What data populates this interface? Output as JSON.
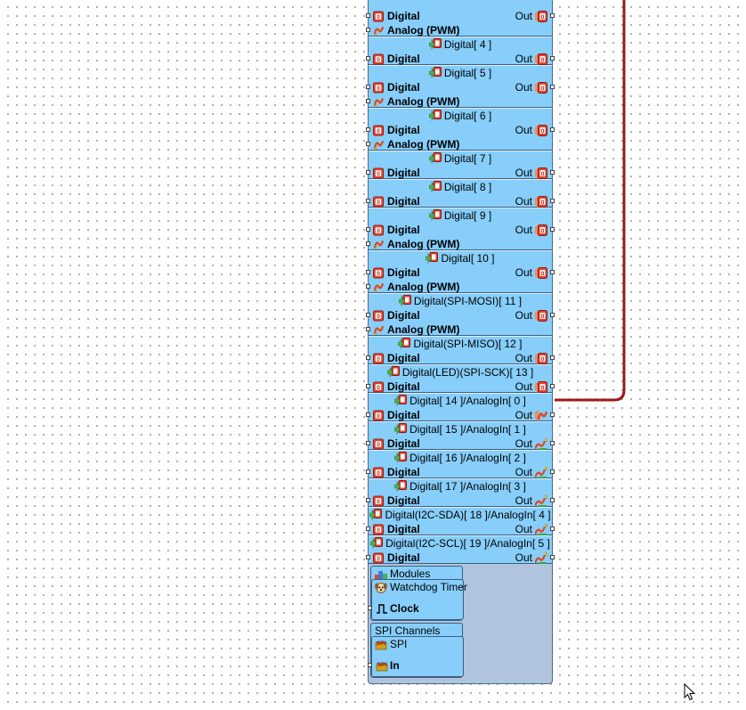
{
  "wire": {
    "color": "#a01818"
  },
  "pin_groups": [
    {
      "title": "",
      "rows": [
        {
          "label": "Digital",
          "out": "Out",
          "in_icon": "digital-pin-icon",
          "out_icon": "digital-out-icon"
        },
        {
          "label": "Analog (PWM)",
          "in_icon": "analog-pwm-icon"
        }
      ]
    },
    {
      "title": "Digital[ 4 ]",
      "rows": [
        {
          "label": "Digital",
          "out": "Out",
          "in_icon": "digital-pin-icon",
          "out_icon": "digital-out-icon"
        }
      ]
    },
    {
      "title": "Digital[ 5 ]",
      "rows": [
        {
          "label": "Digital",
          "out": "Out",
          "in_icon": "digital-pin-icon",
          "out_icon": "digital-out-icon"
        },
        {
          "label": "Analog (PWM)",
          "in_icon": "analog-pwm-icon"
        }
      ]
    },
    {
      "title": "Digital[ 6 ]",
      "rows": [
        {
          "label": "Digital",
          "out": "Out",
          "in_icon": "digital-pin-icon",
          "out_icon": "digital-out-icon"
        },
        {
          "label": "Analog (PWM)",
          "in_icon": "analog-pwm-icon"
        }
      ]
    },
    {
      "title": "Digital[ 7 ]",
      "rows": [
        {
          "label": "Digital",
          "out": "Out",
          "in_icon": "digital-pin-icon",
          "out_icon": "digital-out-icon"
        }
      ]
    },
    {
      "title": "Digital[ 8 ]",
      "rows": [
        {
          "label": "Digital",
          "out": "Out",
          "in_icon": "digital-pin-icon",
          "out_icon": "digital-out-icon"
        }
      ]
    },
    {
      "title": "Digital[ 9 ]",
      "rows": [
        {
          "label": "Digital",
          "out": "Out",
          "in_icon": "digital-pin-icon",
          "out_icon": "digital-out-icon"
        },
        {
          "label": "Analog (PWM)",
          "in_icon": "analog-pwm-icon"
        }
      ]
    },
    {
      "title": "Digital[ 10 ]",
      "rows": [
        {
          "label": "Digital",
          "out": "Out",
          "in_icon": "digital-pin-icon",
          "out_icon": "digital-out-icon"
        },
        {
          "label": "Analog (PWM)",
          "in_icon": "analog-pwm-icon"
        }
      ]
    },
    {
      "title": "Digital(SPI-MOSI)[ 11 ]",
      "rows": [
        {
          "label": "Digital",
          "out": "Out",
          "in_icon": "digital-pin-icon",
          "out_icon": "digital-out-icon"
        },
        {
          "label": "Analog (PWM)",
          "in_icon": "analog-pwm-icon"
        }
      ]
    },
    {
      "title": "Digital(SPI-MISO)[ 12 ]",
      "rows": [
        {
          "label": "Digital",
          "out": "Out",
          "in_icon": "digital-pin-icon",
          "out_icon": "digital-out-icon"
        }
      ]
    },
    {
      "title": "Digital(LED)(SPI-SCK)[ 13 ]",
      "rows": [
        {
          "label": "Digital",
          "out": "Out",
          "in_icon": "digital-pin-icon",
          "out_icon": "digital-out-icon"
        }
      ]
    },
    {
      "title": "Digital[ 14 ]/AnalogIn[ 0 ]",
      "rows": [
        {
          "label": "Digital",
          "out": "Out",
          "in_icon": "digital-pin-icon",
          "out_icon": "analog-out-icon"
        }
      ]
    },
    {
      "title": "Digital[ 15 ]/AnalogIn[ 1 ]",
      "rows": [
        {
          "label": "Digital",
          "out": "Out",
          "in_icon": "digital-pin-icon",
          "out_icon": "mixed-out-icon"
        }
      ]
    },
    {
      "title": "Digital[ 16 ]/AnalogIn[ 2 ]",
      "rows": [
        {
          "label": "Digital",
          "out": "Out",
          "in_icon": "digital-pin-icon",
          "out_icon": "mixed-out-icon"
        }
      ]
    },
    {
      "title": "Digital[ 17 ]/AnalogIn[ 3 ]",
      "rows": [
        {
          "label": "Digital",
          "out": "Out",
          "in_icon": "digital-pin-icon",
          "out_icon": "mixed-out-icon"
        }
      ]
    },
    {
      "title": "Digital(I2C-SDA)[ 18 ]/AnalogIn[ 4 ]",
      "rows": [
        {
          "label": "Digital",
          "out": "Out",
          "in_icon": "digital-pin-icon",
          "out_icon": "mixed-out-icon"
        }
      ]
    },
    {
      "title": "Digital(I2C-SCL)[ 19 ]/AnalogIn[ 5 ]",
      "rows": [
        {
          "label": "Digital",
          "out": "Out",
          "in_icon": "digital-pin-icon",
          "out_icon": "mixed-out-icon"
        }
      ]
    }
  ],
  "modules": {
    "title": "Modules",
    "watchdog": {
      "name": "Watchdog Timer",
      "pin_label": "Clock"
    }
  },
  "spi_channels": {
    "title": "SPI Channels",
    "spi": {
      "name": "SPI",
      "pin_label": "In"
    }
  }
}
